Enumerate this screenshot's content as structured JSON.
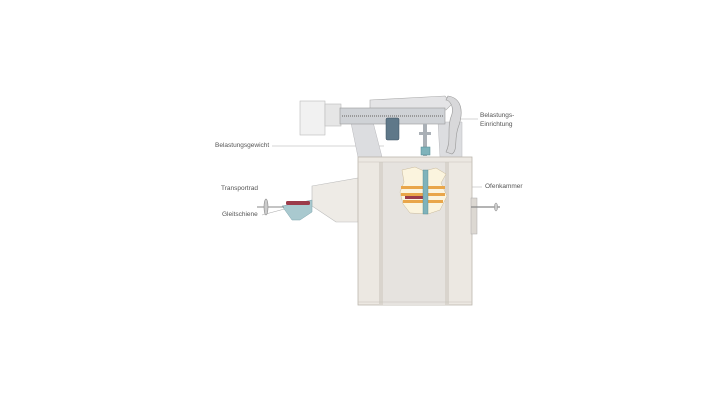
{
  "labels": {
    "loading_device_line1": "Belastungs-",
    "loading_device_line2": "Einrichtung",
    "loading_weight": "Belastungsgewicht",
    "transport_wheel": "Transportrad",
    "slide_rail": "Gleitschiene",
    "furnace_chamber": "Ofenkammer"
  },
  "colors": {
    "cabinet": "#ece8e2",
    "frame": "#d9d4cd",
    "steel": "#c9ccd0",
    "teal": "#7fb3bb",
    "weight": "#5f7889",
    "specimen": "#9b3b4a",
    "heat": "#e9a64a",
    "cream": "#fbf4de"
  }
}
